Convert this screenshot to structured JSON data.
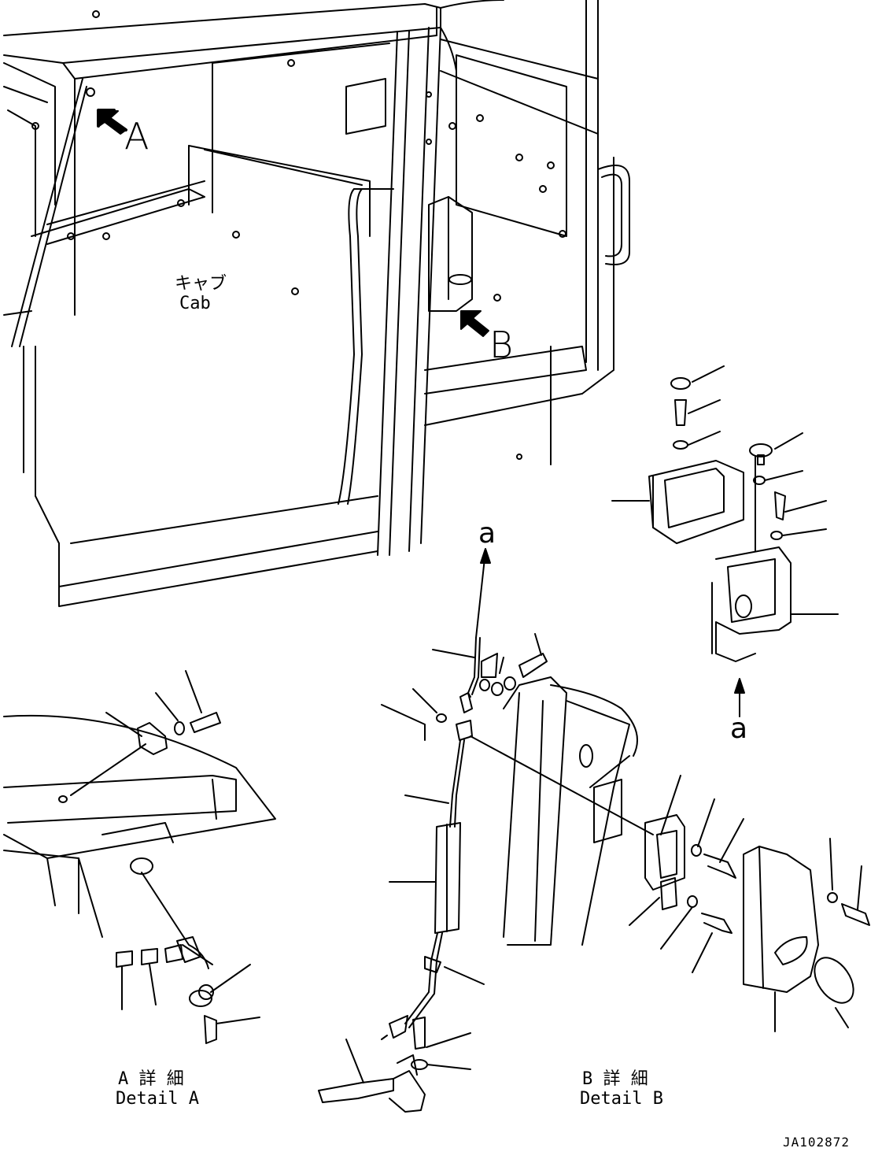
{
  "callouts": {
    "view_a": "A",
    "view_b": "B",
    "link_a_top": "a",
    "link_a_bottom": "a"
  },
  "cab_label": {
    "jp": "キャブ",
    "en": "Cab"
  },
  "detail_a": {
    "jp": "A 詳 細",
    "en": "Detail A"
  },
  "detail_b": {
    "jp": "B 詳 細",
    "en": "Detail B"
  },
  "drawing_number": "JA102872",
  "colors": {
    "line": "#000000",
    "background": "#ffffff"
  }
}
